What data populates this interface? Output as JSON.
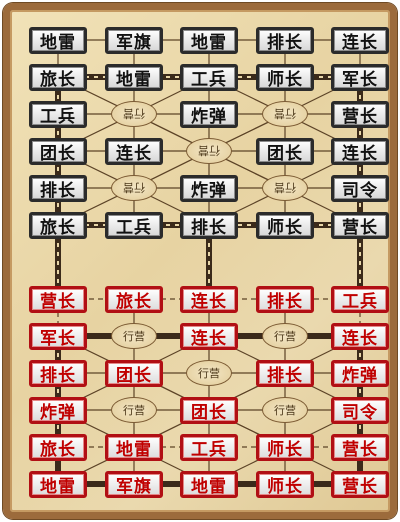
{
  "board": {
    "top": [
      [
        "地雷",
        "军旗",
        "地雷",
        "排长",
        "连长"
      ],
      [
        "旅长",
        "地雷",
        "工兵",
        "师长",
        "军长"
      ],
      [
        "工兵",
        null,
        "炸弹",
        null,
        "营长"
      ],
      [
        "团长",
        "连长",
        null,
        "团长",
        "连长"
      ],
      [
        "排长",
        null,
        "炸弹",
        null,
        "司令"
      ],
      [
        "旅长",
        "工兵",
        "排长",
        "师长",
        "营长"
      ]
    ],
    "bottom": [
      [
        "营长",
        "旅长",
        "连长",
        "排长",
        "工兵"
      ],
      [
        "军长",
        null,
        "连长",
        null,
        "连长"
      ],
      [
        "排长",
        "团长",
        null,
        "排长",
        "炸弹"
      ],
      [
        "炸弹",
        null,
        "团长",
        null,
        "司令"
      ],
      [
        "旅长",
        "地雷",
        "工兵",
        "师长",
        "营长"
      ],
      [
        "地雷",
        "军旗",
        "地雷",
        "师长",
        "营长"
      ]
    ],
    "camp_label": "行营",
    "colors": {
      "top_piece_text": "#111111",
      "top_piece_border": "#2b2b2b",
      "bottom_piece_text": "#c00000",
      "bottom_piece_border": "#b10f14",
      "board_background": "#ebd9ad",
      "frame": "#9c6b3c"
    }
  }
}
